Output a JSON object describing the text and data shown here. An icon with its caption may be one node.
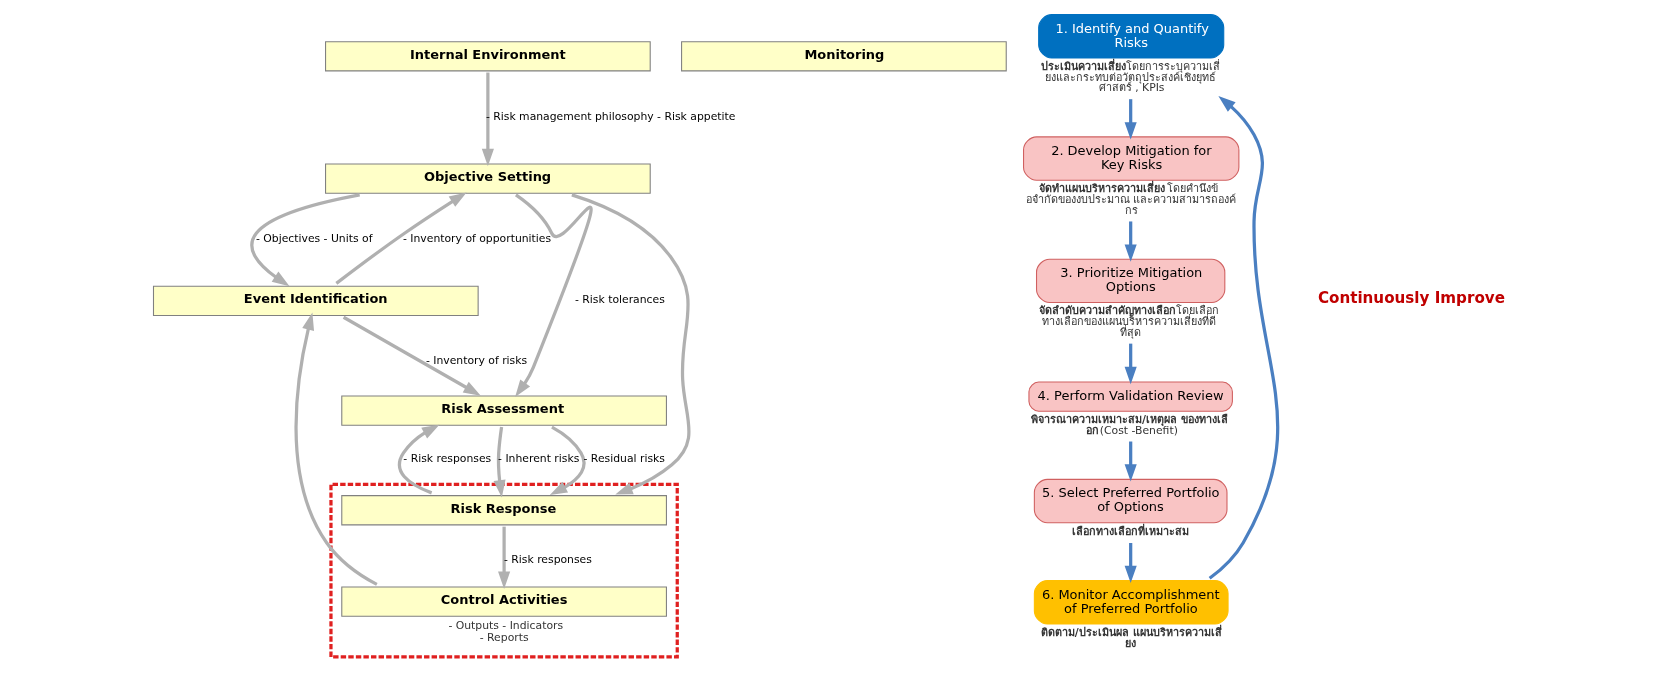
{
  "diagram": {
    "nodes": [
      {
        "text": [
          "Internal Environment"
        ]
      },
      {
        "text": [
          "Objective Setting"
        ]
      },
      {
        "text": [
          "Event Identification"
        ]
      },
      {
        "text": [
          "Risk Assessment"
        ]
      },
      {
        "text": [],
        "shape": "box"
      },
      {
        "text": [
          "Risk Response"
        ],
        "in": 4
      },
      {
        "text": [
          "Control Activities"
        ],
        "in": 4,
        "beside": [
          "- Outputs - Indicators - Reports"
        ]
      },
      {
        "text": [
          "Monitoring"
        ]
      },
      {
        "text": [
          "1. Identify and Quantify Risks"
        ],
        "beside": [
          "**ประเมินความเสี่ยง** โดยการระบุความเสี่ยงและกระทบต่อวัตถุประสงค์เชิงยุทธ์ศาสตร์ , KPIs"
        ]
      },
      {
        "text": [
          "2. Develop Mitigation for Key Risks"
        ],
        "beside": [
          "**จัดทำแผนบริหารความเสี่ยง** โดยคำนึงข้อจำกัดของงบประมาณ และความสามารถองค์กร"
        ]
      },
      {
        "text": [
          "3. Prioritize Mitigation Options"
        ],
        "beside": [
          "**จัดลำดับความสำคัญทางเลือก** โดยเลือกทางเลือกของแผนบริหารความเสี่ยงที่ดีที่สุด"
        ]
      },
      {
        "text": [
          "4. Perform Validation Review"
        ],
        "beside": [
          "**พิจารณาความเหมาะสม/เหตุผล ของทางเลือก**(Cost -Benefit)"
        ]
      },
      {
        "text": [
          "5. Select Preferred Portfolio of Options"
        ],
        "beside": [
          "**เลือกทางเลือกที่เหมาะสม**"
        ]
      },
      {
        "text": [
          "6. Monitor Accomplishment of Preferred Portfolio"
        ],
        "beside": [
          "**ติดตาม/ประเมินผล แผนบริหารความเสี่ยง**"
        ]
      }
    ],
    "edges": [
      {
        "from": 0,
        "to": 1,
        "arrow": "to",
        "label": "- Risk management philosophy - Risk appetite"
      },
      {
        "from": 1,
        "to": 2,
        "arrow": "to",
        "label": "- Objectives - Units of"
      },
      {
        "from": 2,
        "to": 1,
        "arrow": "to",
        "label": "- Inventory of opportunities"
      },
      {
        "from": 1,
        "to": 3,
        "arrow": "to",
        "label": "- Risk tolerances"
      },
      {
        "from": 1,
        "to": 5,
        "arrow": "to"
      },
      {
        "from": 2,
        "to": 3,
        "arrow": "to",
        "label": "- Inventory of risks"
      },
      {
        "from": 3,
        "to": 5,
        "arrow": "to",
        "label": "- Inherent risks"
      },
      {
        "from": 5,
        "to": 3,
        "arrow": "to",
        "label": "- Risk responses"
      },
      {
        "from": 3,
        "to": 5,
        "arrow": "to",
        "label": "- Residual risks"
      },
      {
        "from": 5,
        "to": 6,
        "arrow": "to",
        "label": "- Risk responses"
      },
      {
        "from": 6,
        "to": 2,
        "arrow": "to"
      },
      {
        "from": 8,
        "to": 9,
        "arrow": "to",
        "color": "#4a7fc1"
      },
      {
        "from": 9,
        "to": 10,
        "arrow": "to",
        "color": "#4a7fc1"
      },
      {
        "from": 10,
        "to": 11,
        "arrow": "to",
        "color": "#4a7fc1"
      },
      {
        "from": 11,
        "to": 12,
        "arrow": "to",
        "color": "#4a7fc1"
      },
      {
        "from": 12,
        "to": 13,
        "arrow": "to",
        "color": "#4a7fc1"
      },
      {
        "from": 13,
        "to": 8,
        "arrow": "to",
        "color": "#4a7fc1"
      }
    ],
    "labels": [
      "Continuously Improve"
    ]
  }
}
